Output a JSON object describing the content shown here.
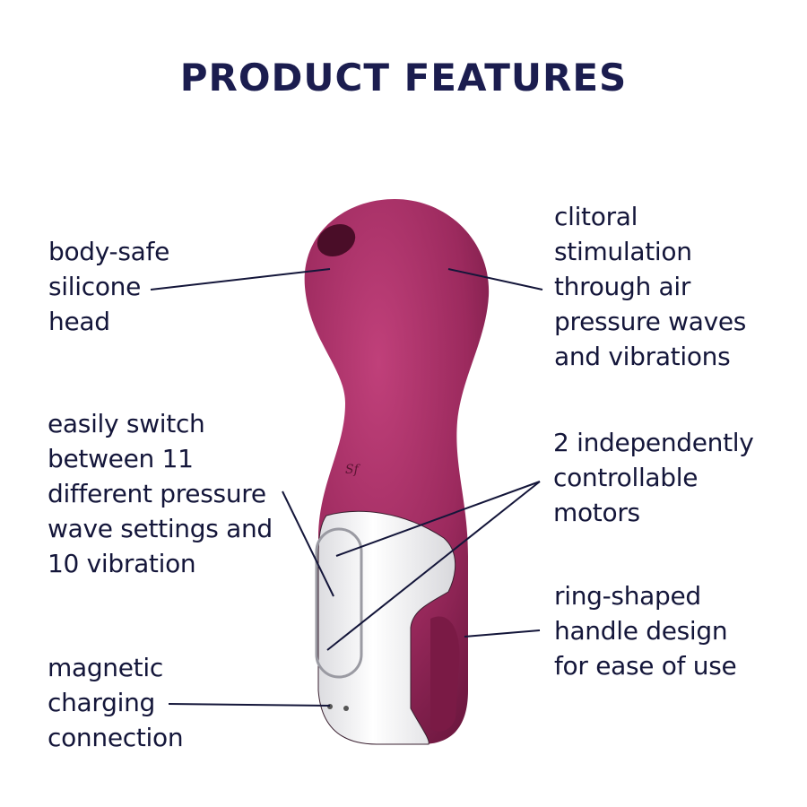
{
  "title": "PRODUCT FEATURES",
  "features": [
    {
      "id": "head",
      "text": "body-safe\nsilicone\nhead"
    },
    {
      "id": "stimulation",
      "text": "clitoral\nstimulation\nthrough air\npressure waves\nand vibrations"
    },
    {
      "id": "settings",
      "text": "easily switch\nbetween 11\ndifferent pressure\nwave settings and\n10 vibration"
    },
    {
      "id": "motors",
      "text": "2 independently\ncontrollable\nmotors"
    },
    {
      "id": "handle",
      "text": "ring-shaped\nhandle design\nfor ease of use"
    },
    {
      "id": "charging",
      "text": "magnetic\ncharging\nconnection"
    }
  ],
  "product": {
    "logo": "Sf",
    "body_color": "#9c2a5e",
    "body_shade": "#6e1840",
    "panel_color": "#f2f2f4"
  }
}
